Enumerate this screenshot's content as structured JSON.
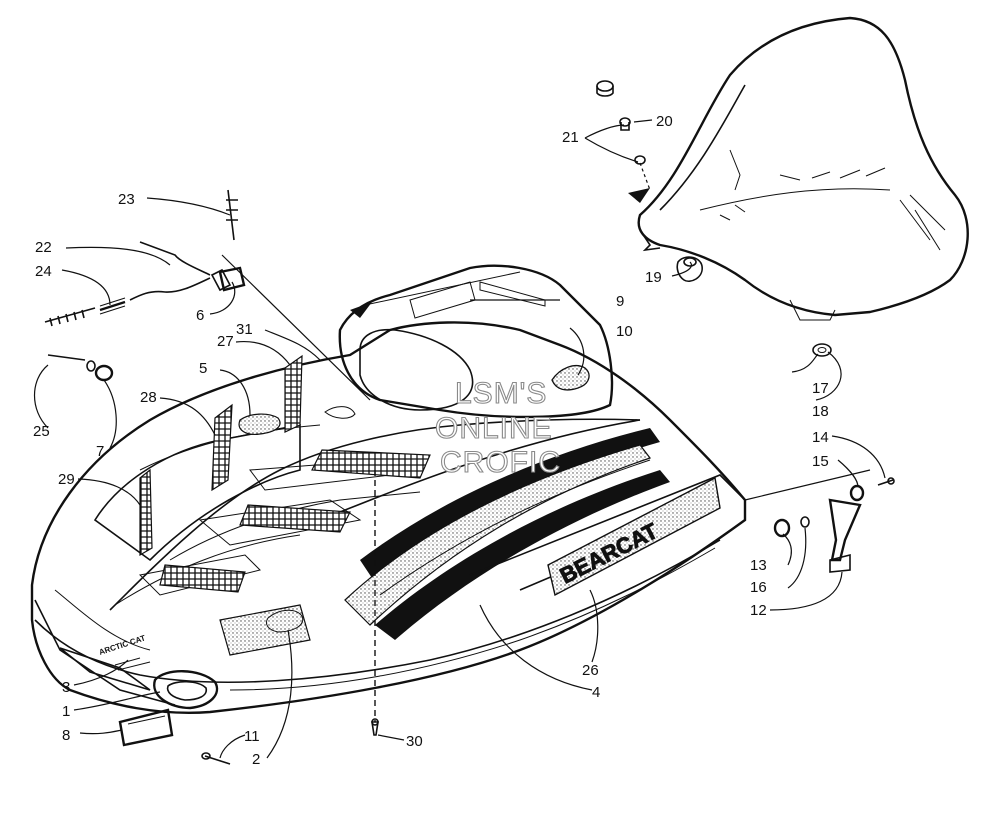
{
  "callouts": {
    "c1": "1",
    "c2": "2",
    "c3": "3",
    "c4": "4",
    "c5": "5",
    "c6": "6",
    "c7": "7",
    "c8": "8",
    "c9": "9",
    "c10": "10",
    "c11": "11",
    "c12": "12",
    "c13": "13",
    "c14": "14",
    "c15": "15",
    "c16": "16",
    "c17": "17",
    "c18": "18",
    "c19": "19",
    "c20": "20",
    "c21": "21",
    "c22": "22",
    "c23": "23",
    "c24": "24",
    "c25": "25",
    "c26": "26",
    "c27": "27",
    "c28": "28",
    "c29": "29",
    "c30": "30",
    "c31": "31"
  },
  "watermark": {
    "line1": "LSM'S",
    "line2": "ONLINE",
    "line3": "CROFIC"
  },
  "hood_decals": {
    "front_brand": "ARCTIC CAT",
    "side_model": "BEARCAT"
  },
  "colors": {
    "ink": "#111111",
    "paper": "#ffffff",
    "watermark": "#8a8a8a"
  }
}
